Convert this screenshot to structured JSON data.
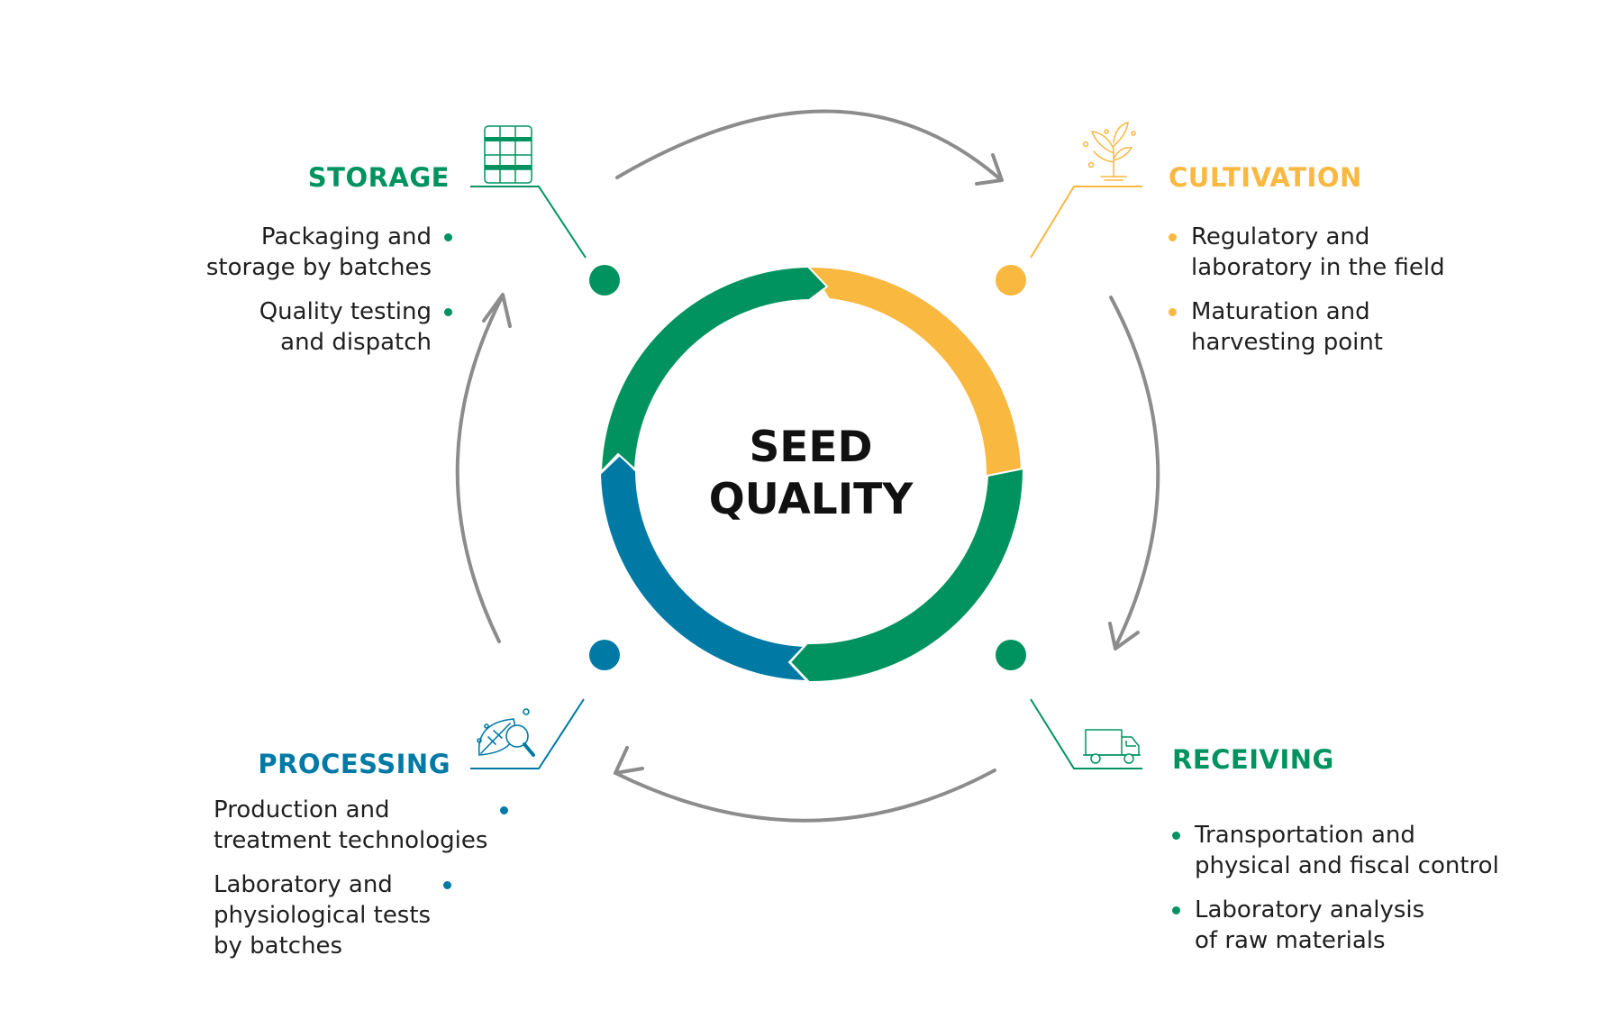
{
  "center": {
    "line1": "SEED",
    "line2": "QUALITY"
  },
  "colors": {
    "green": "#00935F",
    "yellow": "#F9B840",
    "blue": "#0079A5",
    "arrow_gray": "#8C8C8C"
  },
  "stages": {
    "storage": {
      "title": "STORAGE",
      "icon": "pallet-grid-icon",
      "items": [
        "Packaging and\nstorage by batches",
        "Quality testing\nand dispatch"
      ]
    },
    "cultivation": {
      "title": "CULTIVATION",
      "icon": "sprouting-plant-icon",
      "items": [
        "Regulatory and\nlaboratory in the field",
        "Maturation and\n harvesting point"
      ]
    },
    "receiving": {
      "title": "RECEIVING",
      "icon": "truck-icon",
      "items": [
        "Transportation and\nphysical and fiscal control",
        "Laboratory analysis\nof raw materials"
      ]
    },
    "processing": {
      "title": "PROCESSING",
      "icon": "seed-magnifier-icon",
      "items": [
        "Production and\ntreatment technologies",
        "Laboratory and\nphysiological tests\nby batches"
      ]
    }
  }
}
